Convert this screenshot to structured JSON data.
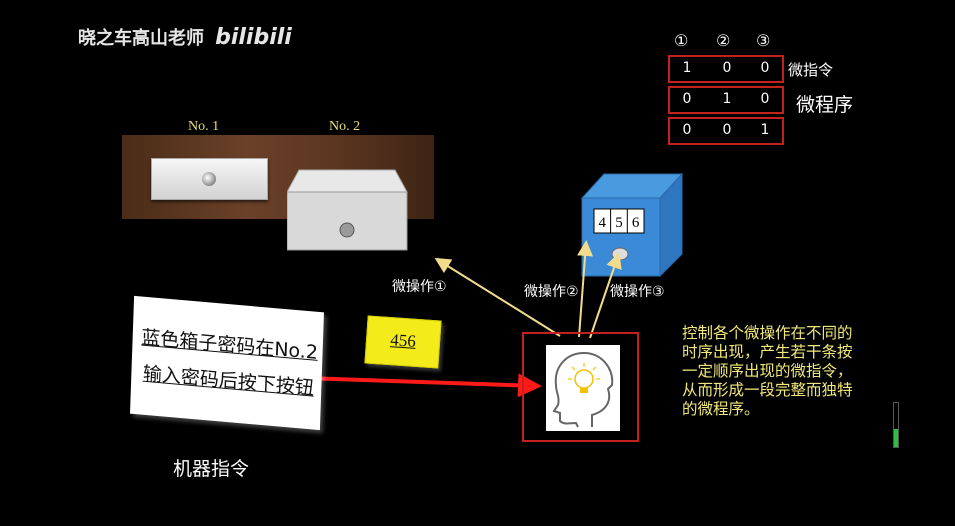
{
  "watermark": {
    "text": "晓之车高山老师",
    "logo": "bilibili"
  },
  "drawers": [
    {
      "label": "No. 1"
    },
    {
      "label": "No. 2"
    }
  ],
  "blue_box": {
    "digits": [
      "4",
      "5",
      "6"
    ]
  },
  "micro_ops": [
    "微操作①",
    "微操作②",
    "微操作③"
  ],
  "note": {
    "lines": [
      "蓝色箱子密码在No.2",
      "输入密码后按下按钮"
    ]
  },
  "yellow_note": {
    "text": "456"
  },
  "machine_instruction_label": "机器指令",
  "micro_table": {
    "headers": [
      "①",
      "②",
      "③"
    ],
    "rows": [
      [
        "1",
        "0",
        "0"
      ],
      [
        "0",
        "1",
        "0"
      ],
      [
        "0",
        "0",
        "1"
      ]
    ],
    "row_label": "微指令",
    "program_label": "微程序"
  },
  "callout_text": "控制各个微操作在不同的时序出现，产生若干条按一定顺序出现的微指令，从而形成一段完整而独特的微程序。",
  "colors": {
    "arrow_yellow": "#f2dc8c",
    "arrow_red": "#ff1a1a",
    "box_red": "#c42020",
    "callout": "#f0e87a"
  }
}
